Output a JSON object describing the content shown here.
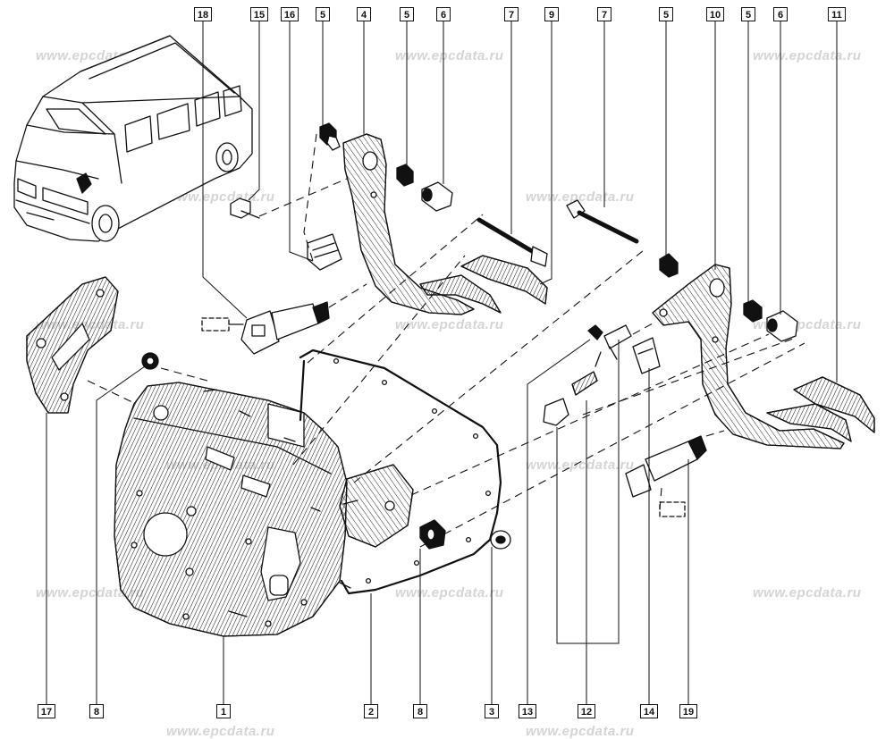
{
  "watermark": {
    "text": "www.epcdata.ru"
  },
  "colors": {
    "ink": "#111111",
    "watermark": "#d4d4d4",
    "background": "#ffffff"
  },
  "callouts": {
    "c18": "18",
    "c15": "15",
    "c16": "16",
    "c5a": "5",
    "c4": "4",
    "c5b": "5",
    "c6a": "6",
    "c7a": "7",
    "c9": "9",
    "c7b": "7",
    "c5c": "5",
    "c10": "10",
    "c5d": "5",
    "c6b": "6",
    "c11": "11",
    "c17": "17",
    "c8a": "8",
    "c1": "1",
    "c2": "2",
    "c8b": "8",
    "c3": "3",
    "c13": "13",
    "c12": "12",
    "c14": "14",
    "c19": "19"
  }
}
